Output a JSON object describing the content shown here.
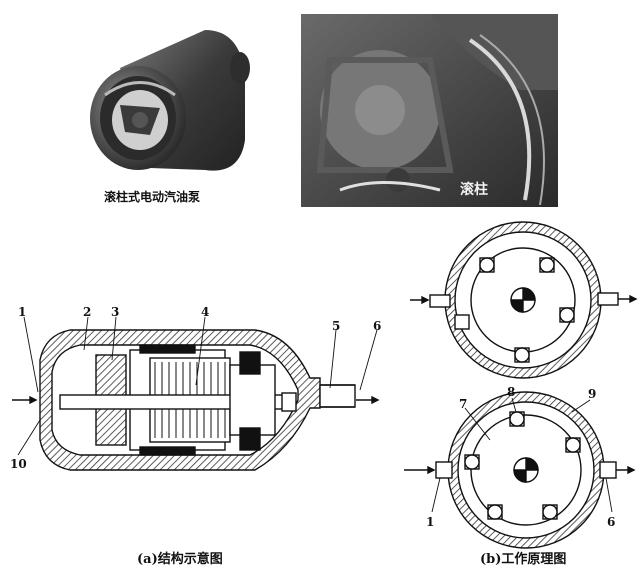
{
  "photo_left": {
    "caption": "滚柱式电动汽油泵"
  },
  "photo_right": {
    "overlay_text": "滚柱"
  },
  "diagram_a": {
    "caption": "(a)结构示意图",
    "labels": [
      "1",
      "2",
      "3",
      "4",
      "5",
      "6",
      "10"
    ]
  },
  "diagram_b": {
    "caption": "(b)工作原理图",
    "labels": [
      "8",
      "9",
      "7",
      "1",
      "6"
    ]
  },
  "colors": {
    "hatch": "#333333",
    "photo_dark": "#2b2b2b",
    "photo_mid": "#6e6e6e"
  }
}
